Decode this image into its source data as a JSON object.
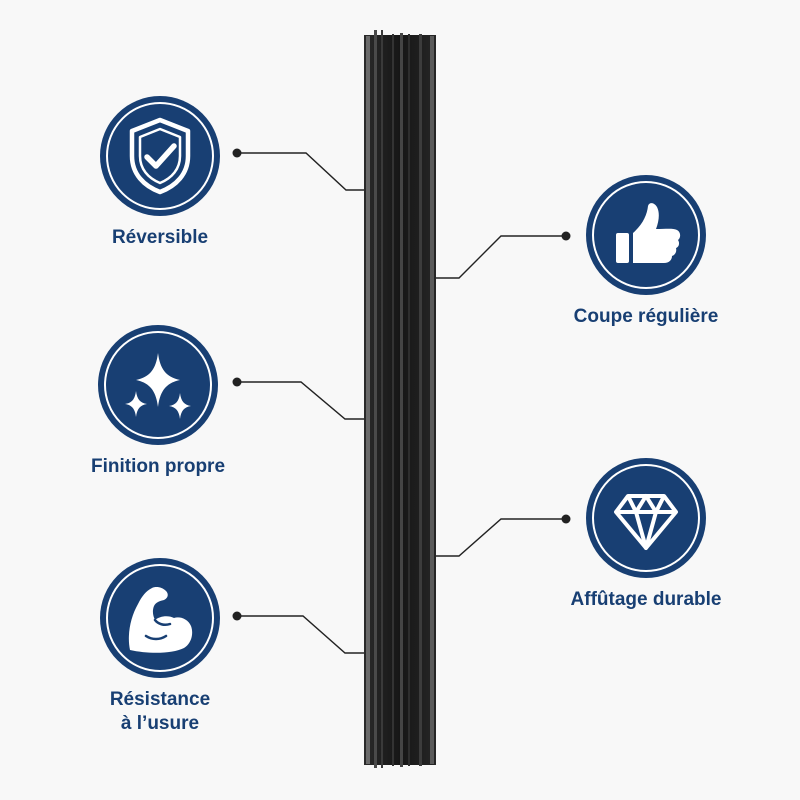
{
  "colors": {
    "badge": "#183f73",
    "label": "#183f73",
    "blade": "#1c1c1c",
    "connector": "#222222"
  },
  "features": [
    {
      "id": "reversible",
      "icon": "shield-check-icon",
      "lines": [
        "Réversible"
      ]
    },
    {
      "id": "finition",
      "icon": "sparkles-icon",
      "lines": [
        "Finition propre"
      ]
    },
    {
      "id": "resistance",
      "icon": "flexed-arm-icon",
      "lines": [
        "Résistance",
        "à l’usure"
      ]
    },
    {
      "id": "coupe",
      "icon": "thumbs-up-icon",
      "lines": [
        "Coupe régulière"
      ]
    },
    {
      "id": "affutage",
      "icon": "diamond-icon",
      "lines": [
        "Affûtage durable"
      ]
    }
  ]
}
